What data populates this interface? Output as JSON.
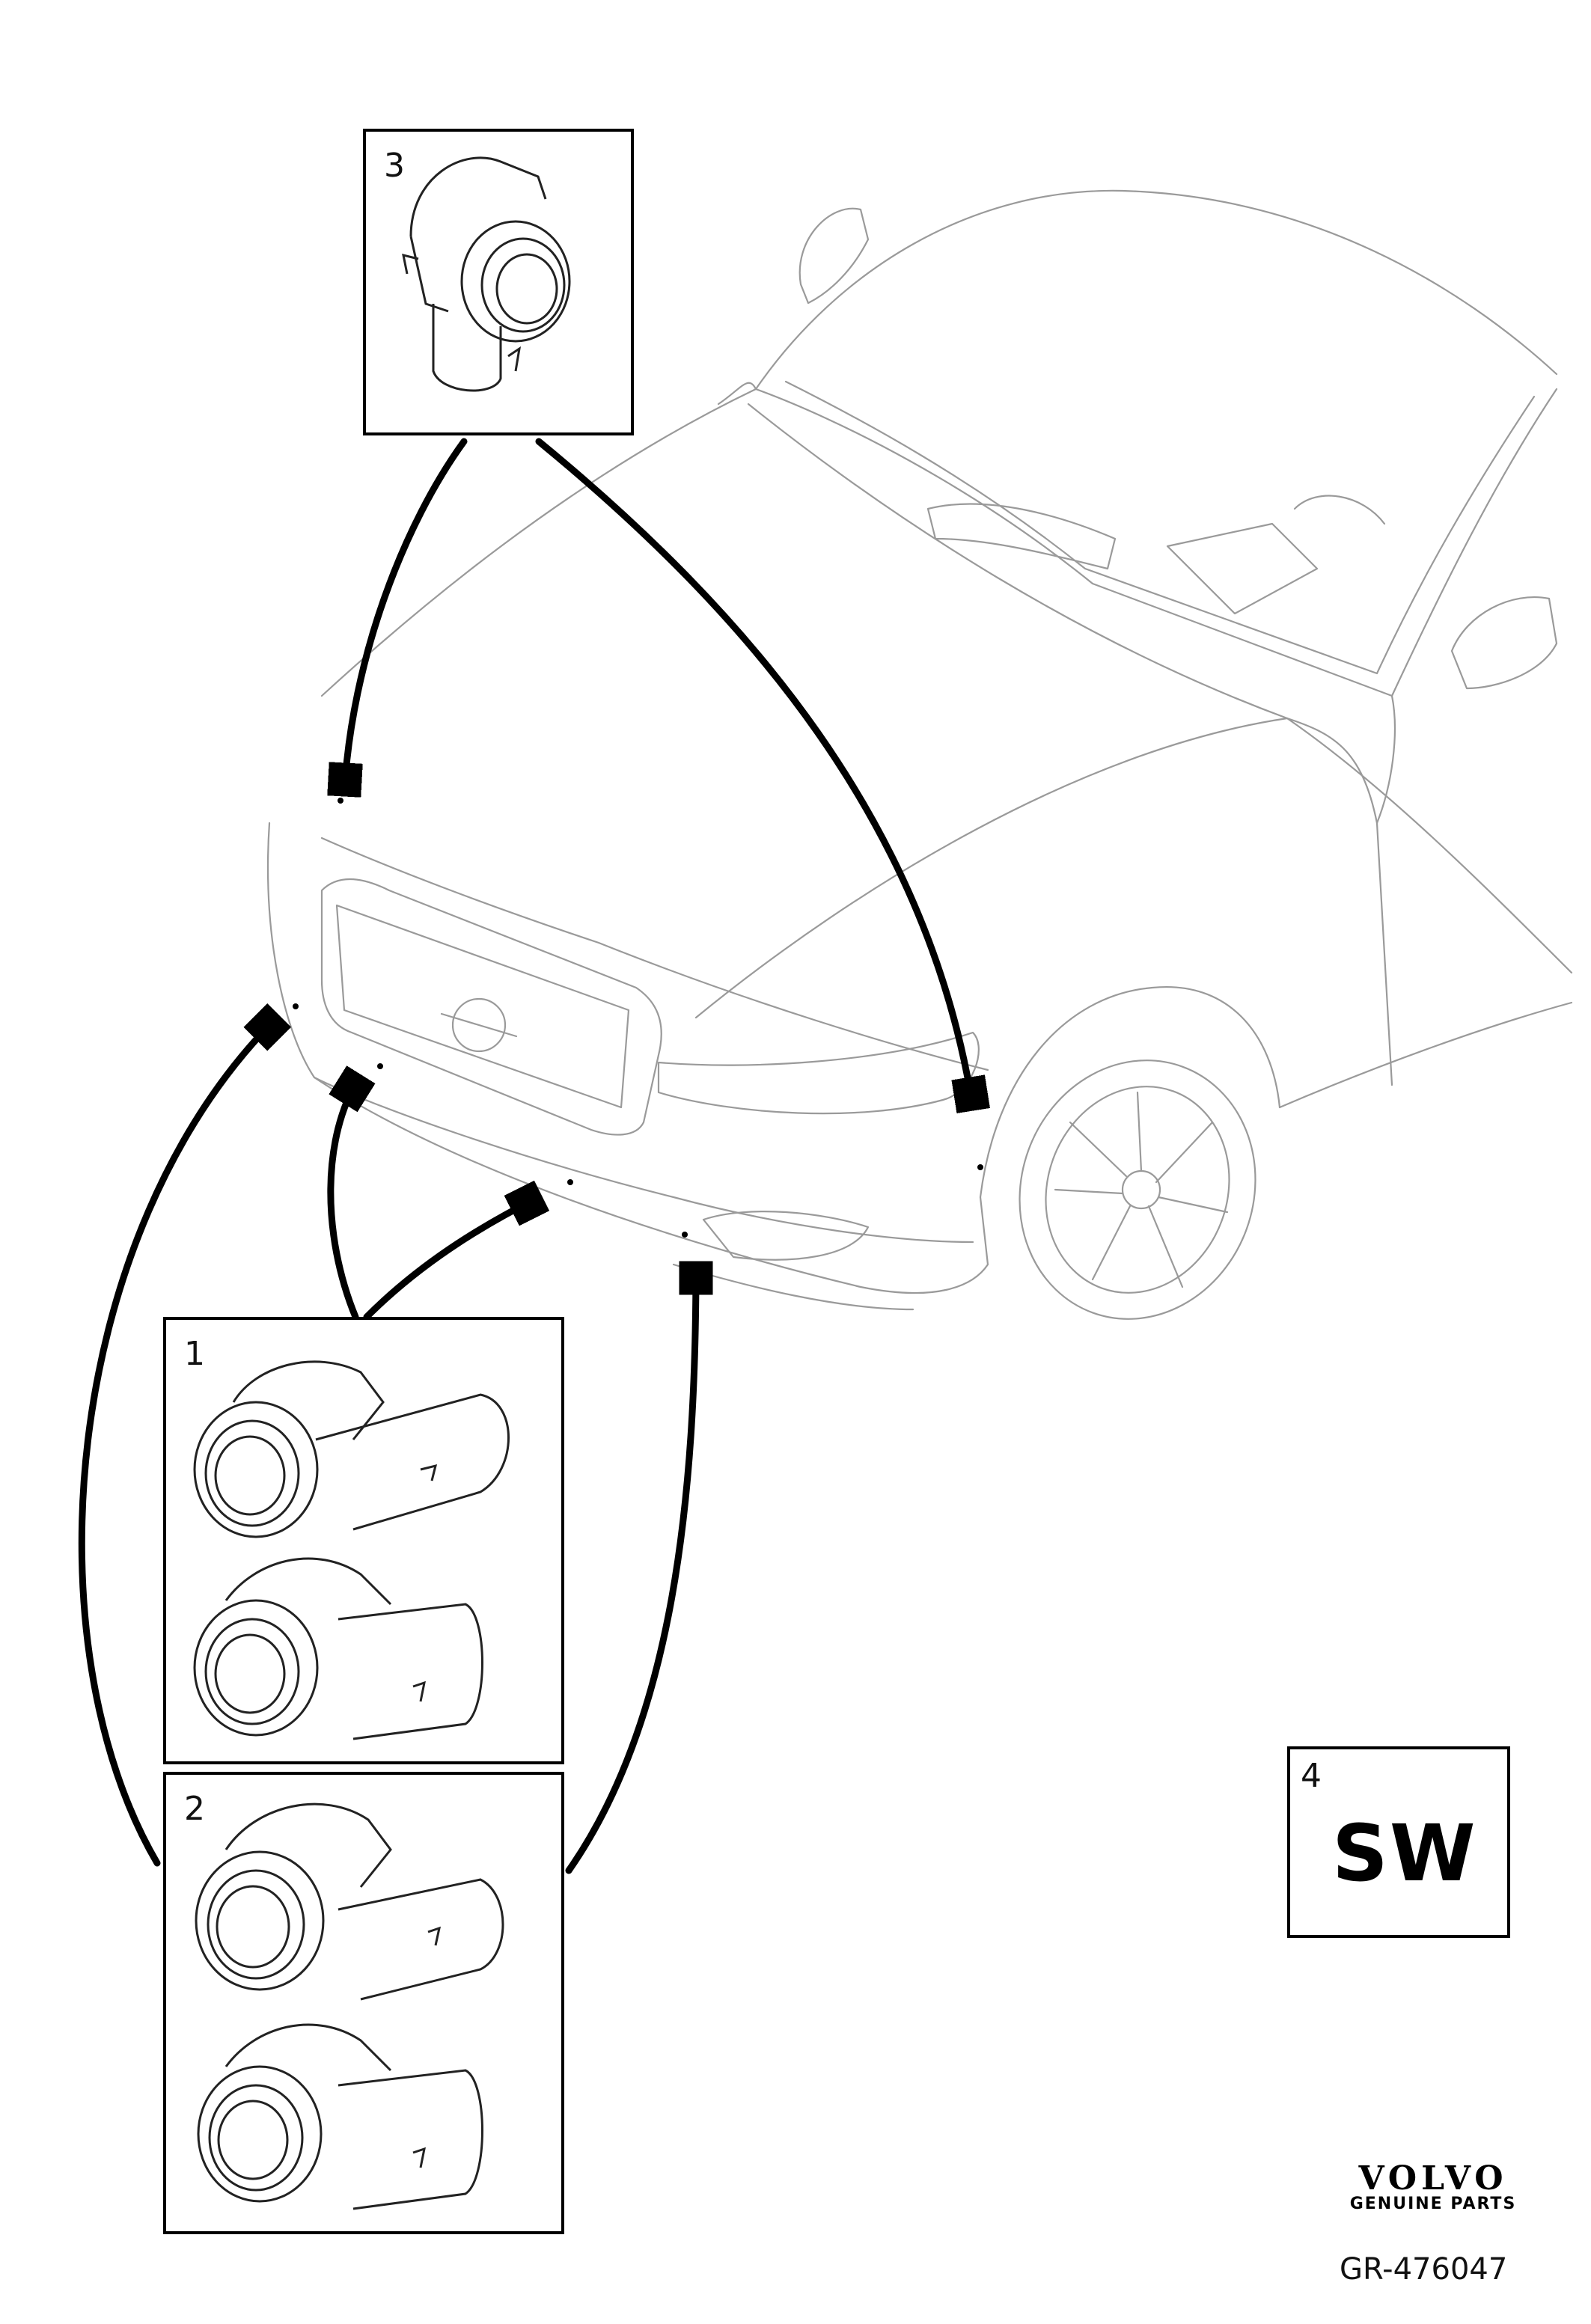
{
  "callouts": {
    "c1": {
      "number": "1",
      "part": "parking-sensor-variant-1"
    },
    "c2": {
      "number": "2",
      "part": "parking-sensor-variant-2"
    },
    "c3": {
      "number": "3",
      "part": "parking-sensor-variant-3"
    },
    "c4": {
      "number": "4",
      "label": "SW"
    }
  },
  "brand": {
    "name": "VOLVO",
    "subtitle": "GENUINE PARTS"
  },
  "reference": "GR-476047",
  "colors": {
    "line": "#000000",
    "car_line": "#9a9a9a",
    "background": "#ffffff"
  }
}
